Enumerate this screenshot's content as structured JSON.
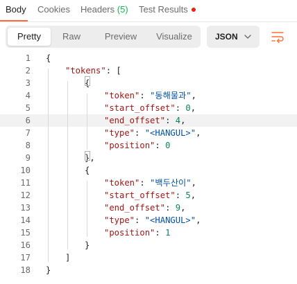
{
  "tabs": [
    {
      "label": "Body",
      "active": true
    },
    {
      "label": "Cookies"
    },
    {
      "label": "Headers",
      "badge": "(5)"
    },
    {
      "label": "Test Results",
      "status": "error-dot"
    }
  ],
  "toolbar": {
    "views": [
      "Pretty",
      "Raw",
      "Preview",
      "Visualize"
    ],
    "active_view": "Pretty",
    "format": "JSON",
    "wrap_icon": "wrap-lines-icon"
  },
  "editor": {
    "line_numbers": [
      "1",
      "2",
      "3",
      "4",
      "5",
      "6",
      "7",
      "8",
      "9",
      "10",
      "11",
      "12",
      "13",
      "14",
      "15",
      "16",
      "17",
      "18"
    ],
    "lines": [
      [
        {
          "t": "{",
          "c": "p"
        }
      ],
      [
        {
          "t": "\"tokens\"",
          "c": "k"
        },
        {
          "t": ": [",
          "c": "p"
        }
      ],
      [
        {
          "t": "{",
          "c": "p"
        }
      ],
      [
        {
          "t": "\"token\"",
          "c": "k"
        },
        {
          "t": ": ",
          "c": "p"
        },
        {
          "t": "\"동해물과\"",
          "c": "s"
        },
        {
          "t": ",",
          "c": "p"
        }
      ],
      [
        {
          "t": "\"start_offset\"",
          "c": "k"
        },
        {
          "t": ": ",
          "c": "p"
        },
        {
          "t": "0",
          "c": "n"
        },
        {
          "t": ",",
          "c": "p"
        }
      ],
      [
        {
          "t": "\"end_offset\"",
          "c": "k"
        },
        {
          "t": ": ",
          "c": "p"
        },
        {
          "t": "4",
          "c": "n"
        },
        {
          "t": ",",
          "c": "p"
        }
      ],
      [
        {
          "t": "\"type\"",
          "c": "k"
        },
        {
          "t": ": ",
          "c": "p"
        },
        {
          "t": "\"<HANGUL>\"",
          "c": "s"
        },
        {
          "t": ",",
          "c": "p"
        }
      ],
      [
        {
          "t": "\"position\"",
          "c": "k"
        },
        {
          "t": ": ",
          "c": "p"
        },
        {
          "t": "0",
          "c": "n"
        }
      ],
      [
        {
          "t": "},",
          "c": "p"
        }
      ],
      [
        {
          "t": "{",
          "c": "p"
        }
      ],
      [
        {
          "t": "\"token\"",
          "c": "k"
        },
        {
          "t": ": ",
          "c": "p"
        },
        {
          "t": "\"백두산이\"",
          "c": "s"
        },
        {
          "t": ",",
          "c": "p"
        }
      ],
      [
        {
          "t": "\"start_offset\"",
          "c": "k"
        },
        {
          "t": ": ",
          "c": "p"
        },
        {
          "t": "5",
          "c": "n"
        },
        {
          "t": ",",
          "c": "p"
        }
      ],
      [
        {
          "t": "\"end_offset\"",
          "c": "k"
        },
        {
          "t": ": ",
          "c": "p"
        },
        {
          "t": "9",
          "c": "n"
        },
        {
          "t": ",",
          "c": "p"
        }
      ],
      [
        {
          "t": "\"type\"",
          "c": "k"
        },
        {
          "t": ": ",
          "c": "p"
        },
        {
          "t": "\"<HANGUL>\"",
          "c": "s"
        },
        {
          "t": ",",
          "c": "p"
        }
      ],
      [
        {
          "t": "\"position\"",
          "c": "k"
        },
        {
          "t": ": ",
          "c": "p"
        },
        {
          "t": "1",
          "c": "n"
        }
      ],
      [
        {
          "t": "}",
          "c": "p"
        }
      ],
      [
        {
          "t": "]",
          "c": "p"
        }
      ],
      [
        {
          "t": "}",
          "c": "p"
        }
      ]
    ],
    "indent_levels": [
      0,
      1,
      2,
      3,
      3,
      3,
      3,
      3,
      2,
      2,
      3,
      3,
      3,
      3,
      3,
      2,
      1,
      0
    ],
    "highlighted_line": "6"
  },
  "colors": {
    "accent": "#ff6c37",
    "badge": "#0cbb52",
    "error_dot": "#eb2013",
    "json_key": "#a31515",
    "json_string": "#0451a5",
    "json_number": "#098658"
  }
}
